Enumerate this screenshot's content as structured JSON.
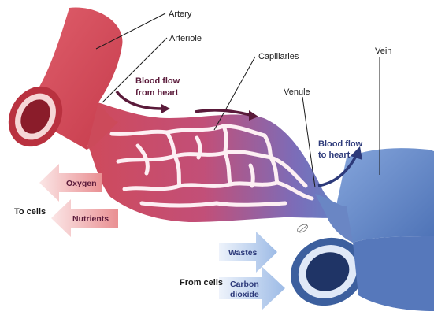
{
  "labels": {
    "artery": "Artery",
    "arteriole": "Arteriole",
    "capillaries": "Capillaries",
    "venule": "Venule",
    "vein": "Vein"
  },
  "flow_labels": {
    "from_heart_line1": "Blood flow",
    "from_heart_line2": "from heart",
    "to_heart_line1": "Blood flow",
    "to_heart_line2": "to heart"
  },
  "to_cells": {
    "label": "To cells",
    "items": [
      "Oxygen",
      "Nutrients"
    ]
  },
  "from_cells": {
    "label": "From cells",
    "items": [
      "Wastes",
      "Carbon dioxide"
    ]
  },
  "colors": {
    "artery": "#d9505e",
    "artery_dark": "#b33442",
    "vein": "#5f86c7",
    "vein_dark": "#3c5f9e",
    "flow_from_heart": "#5a1a3a",
    "flow_to_heart": "#2d3a7a",
    "to_cells_arrow": "#f2b8b8",
    "from_cells_arrow": "#b8cdea"
  }
}
